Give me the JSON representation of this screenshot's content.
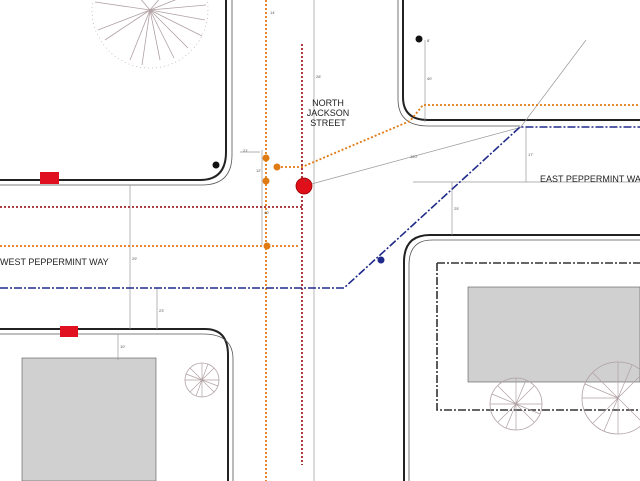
{
  "streets": {
    "north_jackson_line1": "NORTH",
    "north_jackson_line2": "JACKSON",
    "north_jackson_line3": "STREET",
    "east_peppermint": "EAST PEPPERMINT WAY",
    "west_peppermint": "WEST PEPPERMINT WAY"
  },
  "dimensions": {
    "d_top": "14'",
    "d_ns": "28'",
    "d_right_upper": "40'",
    "d_right_mid": "17'",
    "d_diag": "120'",
    "d_east": "25'",
    "d_west_width": "29'",
    "d_west_lower": "23'",
    "d_bottom_left": "10'",
    "d_pole_a": "21'",
    "d_pole_b": "12'",
    "d_pole_c": "40'",
    "d_top_right_small": "8'",
    "d_center": "1'"
  },
  "colors": {
    "orange_utility": "#e07b14",
    "red_utility": "#a3242c",
    "blue_utility": "#1f2a8a",
    "signal_red": "#e0101a",
    "hydrant": "#e01020",
    "building": "#d0d0d0",
    "tree_outline": "#b0a0a4"
  }
}
